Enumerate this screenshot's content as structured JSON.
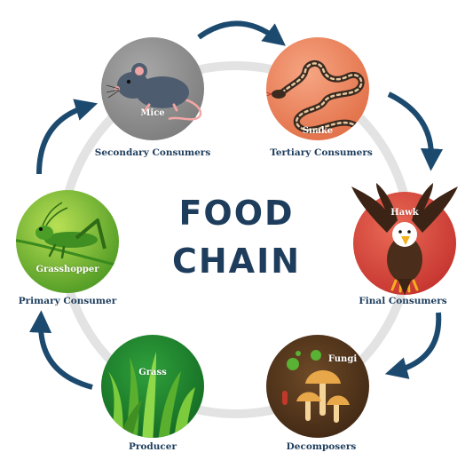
{
  "title": {
    "line1": "FOOD",
    "line2": "CHAIN"
  },
  "nodes": [
    {
      "id": "mice",
      "label": "Mice",
      "caption": "Secondary Consumers",
      "color": "#8e8e8e"
    },
    {
      "id": "snake",
      "label": "Snake",
      "caption": "Tertiary Consumers",
      "color": "#ec8a62"
    },
    {
      "id": "hawk",
      "label": "Hawk",
      "caption": "Final Consumers",
      "color": "#d9433c"
    },
    {
      "id": "fungi",
      "label": "Fungi",
      "caption": "Decomposers",
      "color": "#5a3a1e"
    },
    {
      "id": "grass",
      "label": "Grass",
      "caption": "Producer",
      "color": "#238a32"
    },
    {
      "id": "grasshopper",
      "label": "Grasshopper",
      "caption": "Primary Consumer",
      "color": "#6db52e"
    }
  ],
  "colors": {
    "arrow": "#1c4a6e",
    "ring": "#e3e3e3",
    "title": "#1e3d5c"
  },
  "icons": [
    "mouse-icon",
    "snake-icon",
    "hawk-icon",
    "mushroom-icon",
    "grass-icon",
    "grasshopper-icon",
    "cycle-arrow-icon"
  ]
}
